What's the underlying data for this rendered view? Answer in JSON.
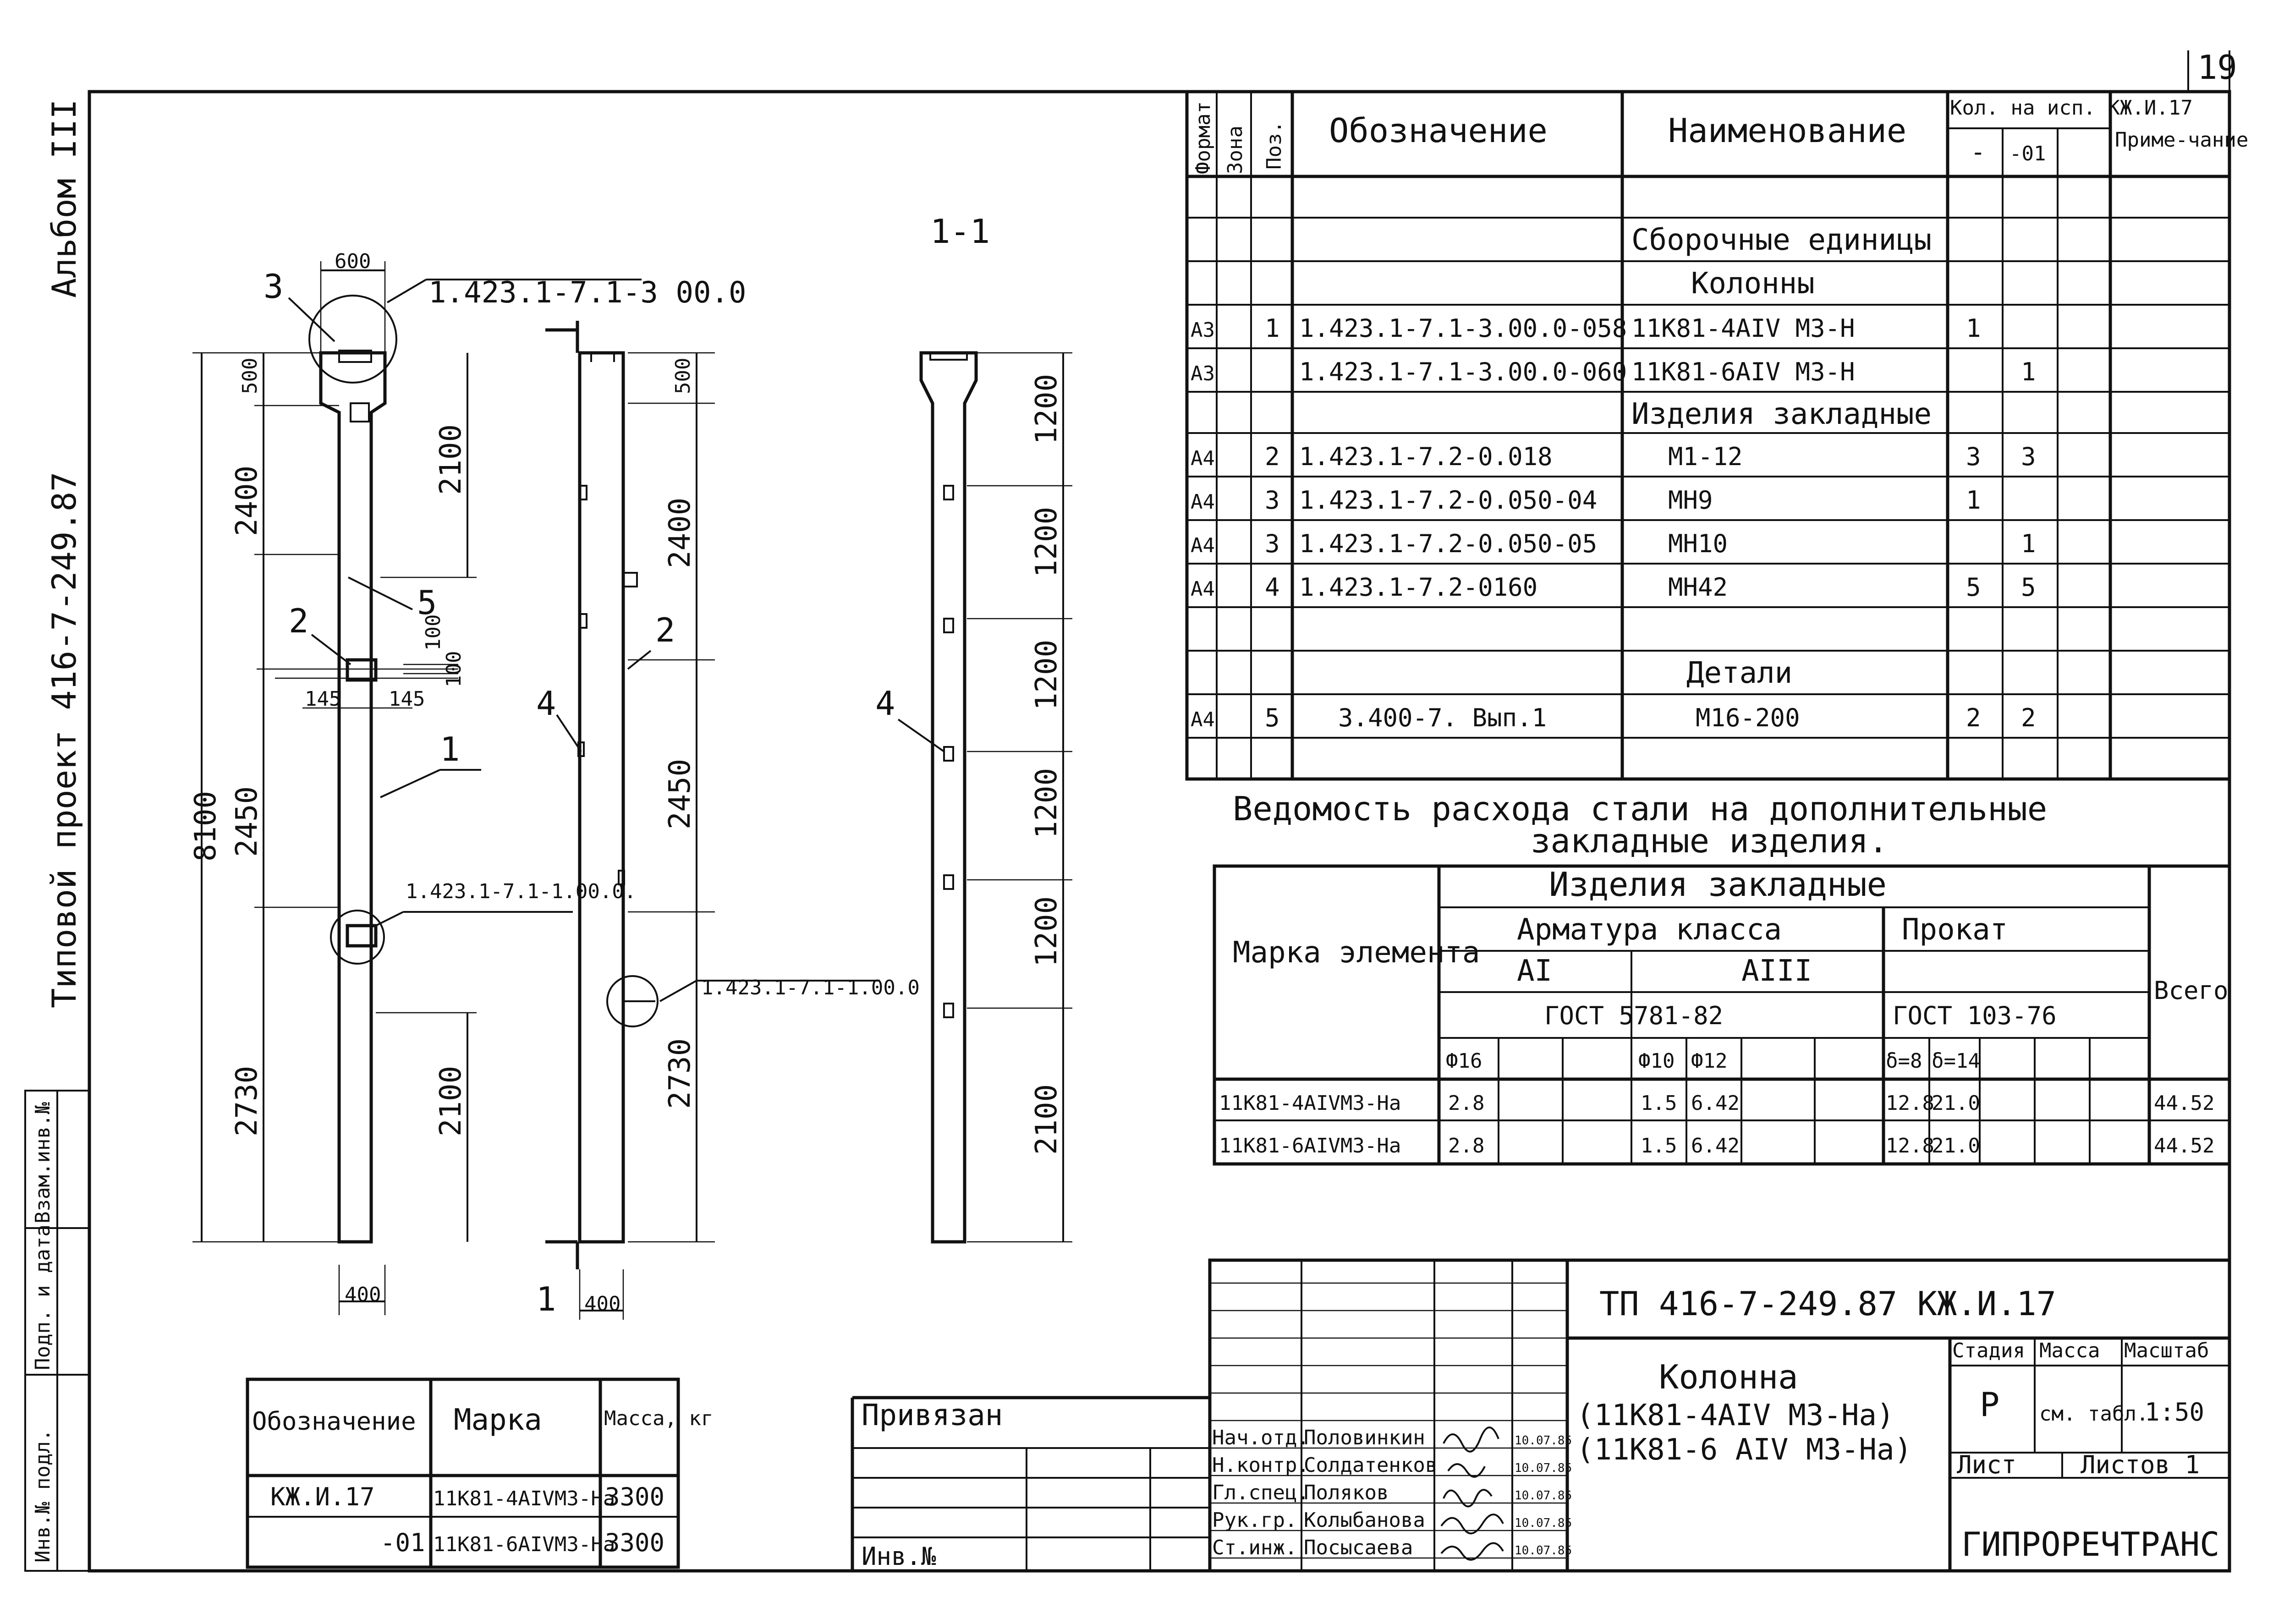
{
  "sheet": {
    "number": "19"
  },
  "margin": {
    "album": "Альбом III",
    "project": "Типовой проект 416-7-249.87",
    "stamp1": "Инв.№ подл.",
    "stamp2": "Подп. и дата",
    "stamp3": "Взам.инв.№"
  },
  "drawing": {
    "section_label": "1-1",
    "cut_mark": "1",
    "dims_front": {
      "top_width": "600",
      "bottom_width": "400",
      "total": "8100",
      "seg1": "500",
      "seg2": "2400",
      "seg3": "2450",
      "seg4": "2730",
      "sub1": "2100",
      "sub2": "2100",
      "d145a": "145",
      "d145b": "145",
      "d100a": "100",
      "d100b": "100"
    },
    "dims_side": {
      "bottom_width": "400",
      "seg1": "500",
      "seg2": "2400",
      "seg3": "2450",
      "seg4": "2730"
    },
    "dims_section": {
      "s1": "1200",
      "s2": "1200",
      "s3": "1200",
      "s4": "1200",
      "s5": "1200",
      "s6": "2100"
    },
    "callouts": {
      "c3": "3",
      "c2": "2",
      "c5": "5",
      "c1": "1",
      "c4": "4",
      "c2b": "2",
      "c4b": "4",
      "ref_top": "1.423.1-7.1-3 00.0",
      "ref_mid": "1.423.1-7.1-1.00.0.",
      "ref_side": "1.423.1-7.1-1.00.0"
    }
  },
  "spec": {
    "headers": {
      "format": "Формат",
      "zone": "Зона",
      "pos": "Поз.",
      "designation": "Обозначение",
      "name": "Наименование",
      "qty": "Кол. на исп. КЖ.И.17",
      "q1": "-",
      "q2": "-01",
      "note": "Приме-чание"
    },
    "sections": {
      "assemblies": "Сборочные единицы",
      "columns": "Колонны",
      "embedded": "Изделия закладные",
      "details": "Детали"
    },
    "rows": [
      {
        "format": "А3",
        "pos": "1",
        "designation": "1.423.1-7.1-3.00.0-058",
        "name": "11К81-4АIV М3-Н",
        "q1": "1",
        "q2": ""
      },
      {
        "format": "А3",
        "pos": "",
        "designation": "1.423.1-7.1-3.00.0-060",
        "name": "11К81-6АIV М3-Н",
        "q1": "",
        "q2": "1"
      },
      {
        "format": "А4",
        "pos": "2",
        "designation": "1.423.1-7.2-0.018",
        "name": "М1-12",
        "q1": "3",
        "q2": "3"
      },
      {
        "format": "А4",
        "pos": "3",
        "designation": "1.423.1-7.2-0.050-04",
        "name": "МН9",
        "q1": "1",
        "q2": ""
      },
      {
        "format": "А4",
        "pos": "3",
        "designation": "1.423.1-7.2-0.050-05",
        "name": "МН10",
        "q1": "",
        "q2": "1"
      },
      {
        "format": "А4",
        "pos": "4",
        "designation": "1.423.1-7.2-0160",
        "name": "МН42",
        "q1": "5",
        "q2": "5"
      },
      {
        "format": "А4",
        "pos": "5",
        "designation": "3.400-7. Вып.1",
        "name": "М16-200",
        "q1": "2",
        "q2": "2"
      }
    ]
  },
  "steel": {
    "title1": "Ведомость расхода стали на дополнительные",
    "title2": "закладные изделия.",
    "h_mark": "Марка элемента",
    "h_items": "Изделия закладные",
    "h_rebar": "Арматура класса",
    "h_rolled": "Прокат",
    "h_ai": "АI",
    "h_aiii": "АIII",
    "h_gost1": "ГОСТ 5781-82",
    "h_gost2": "ГОСТ 103-76",
    "h_total": "Всего",
    "cols": {
      "c1": "Ф16",
      "c2": "Ф10",
      "c3": "Ф12",
      "c4": "δ=8",
      "c5": "δ=14"
    },
    "rows": [
      {
        "mark": "11К81-4АIVМ3-На",
        "f16": "2.8",
        "f10": "1.5",
        "f12": "6.42",
        "d8": "12.8",
        "d14": "21.0",
        "total": "44.52"
      },
      {
        "mark": "11К81-6АIVМ3-На",
        "f16": "2.8",
        "f10": "1.5",
        "f12": "6.42",
        "d8": "12.8",
        "d14": "21.0",
        "total": "44.52"
      }
    ]
  },
  "marks": {
    "h_des": "Обозначение",
    "h_mark": "Марка",
    "h_mass": "Масса, кг",
    "rows": [
      {
        "des": "КЖ.И.17",
        "mark": "11К81-4АIVМ3-На",
        "mass": "3300"
      },
      {
        "des": "-01",
        "mark": "11К81-6АIVМ3-На",
        "mass": "3300"
      }
    ]
  },
  "privyazan": {
    "label": "Привязан",
    "inv": "Инв.№"
  },
  "titleblock": {
    "code": "ТП 416-7-249.87 КЖ.И.17",
    "title1": "Колонна",
    "title2": "(11К81-4АIV М3-На)",
    "title3": "(11К81-6 АIV М3-На)",
    "h_stage": "Стадия",
    "h_mass": "Масса",
    "h_scale": "Масштаб",
    "stage": "Р",
    "mass": "см. табл.",
    "scale": "1:50",
    "sheet": "Лист",
    "sheets": "Листов 1",
    "org": "ГИПРОРЕЧТРАНС",
    "people": [
      {
        "role": "Нач.отд.",
        "name": "Половинкин",
        "date": "10.07.85"
      },
      {
        "role": "Н.контр.",
        "name": "Солдатенков",
        "date": "10.07.85"
      },
      {
        "role": "Гл.спец.",
        "name": "Поляков",
        "date": "10.07.85"
      },
      {
        "role": "Рук.гр.",
        "name": "Колыбанова",
        "date": "10.07.85"
      },
      {
        "role": "Ст.инж.",
        "name": "Посысаева",
        "date": "10.07.85"
      }
    ]
  }
}
